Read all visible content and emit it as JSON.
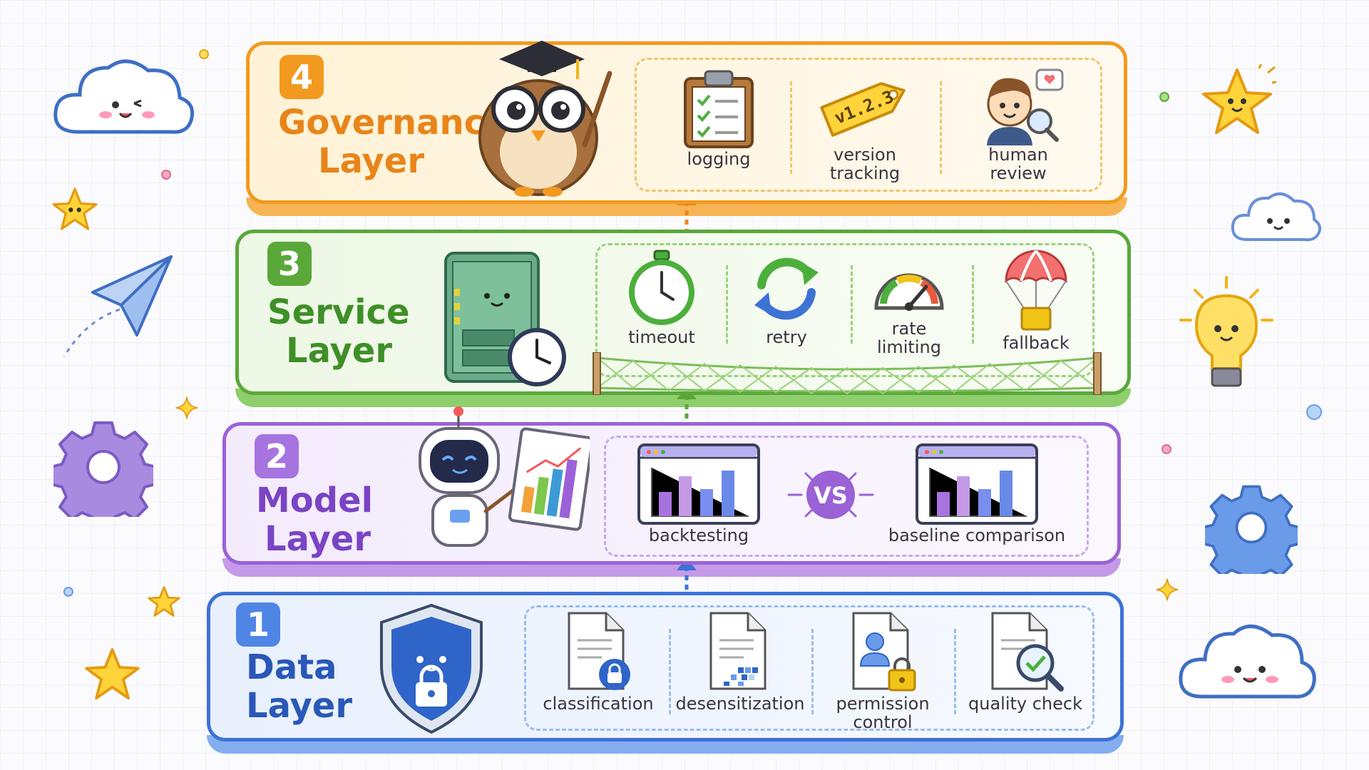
{
  "layers": {
    "governance": {
      "number": "4",
      "title_line1": "Governance",
      "title_line2": "Layer",
      "items": [
        "logging",
        "version tracking",
        "human review"
      ],
      "tag_text": "v1.2.3",
      "color": "#f29a1f"
    },
    "service": {
      "number": "3",
      "title_line1": "Service",
      "title_line2": "Layer",
      "items": [
        "timeout",
        "retry",
        "rate limiting",
        "fallback"
      ],
      "color": "#5aa83a"
    },
    "model": {
      "number": "2",
      "title_line1": "Model",
      "title_line2": "Layer",
      "items": [
        "backtesting",
        "baseline comparison"
      ],
      "vs_text": "VS",
      "color": "#9a62d6"
    },
    "data": {
      "number": "1",
      "title_line1": "Data",
      "title_line2": "Layer",
      "items": [
        "classification",
        "desensitization",
        "permission control",
        "quality check"
      ],
      "color": "#3d72d6"
    }
  },
  "icons": {
    "governance_mascot": "owl-icon",
    "service_mascot": "server-icon",
    "model_mascot": "robot-icon",
    "data_mascot": "shield-lock-icon"
  }
}
